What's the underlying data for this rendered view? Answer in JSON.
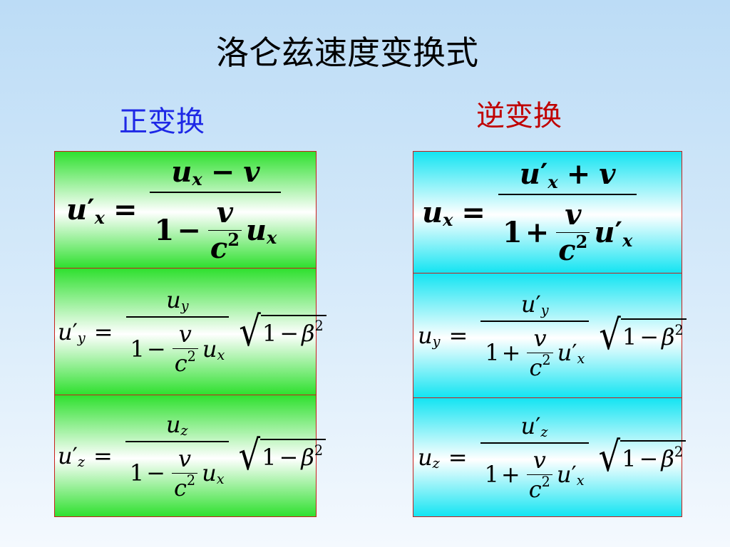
{
  "title": "洛仑兹速度变换式",
  "forward_label": "正变换",
  "inverse_label": "逆变换",
  "symbols": {
    "u": "u",
    "v": "v",
    "c": "c",
    "beta": "β",
    "one": "1",
    "two": "2",
    "prime": "′",
    "x": "x",
    "y": "y",
    "z": "z",
    "eq": "=",
    "minus": "−",
    "plus": "+",
    "sqrt": "√"
  },
  "colors": {
    "forward_label": "#1e28e6",
    "inverse_label": "#c00000",
    "forward_box": "#2fe02f",
    "inverse_box": "#14e4f2",
    "border": "#c8201c"
  }
}
